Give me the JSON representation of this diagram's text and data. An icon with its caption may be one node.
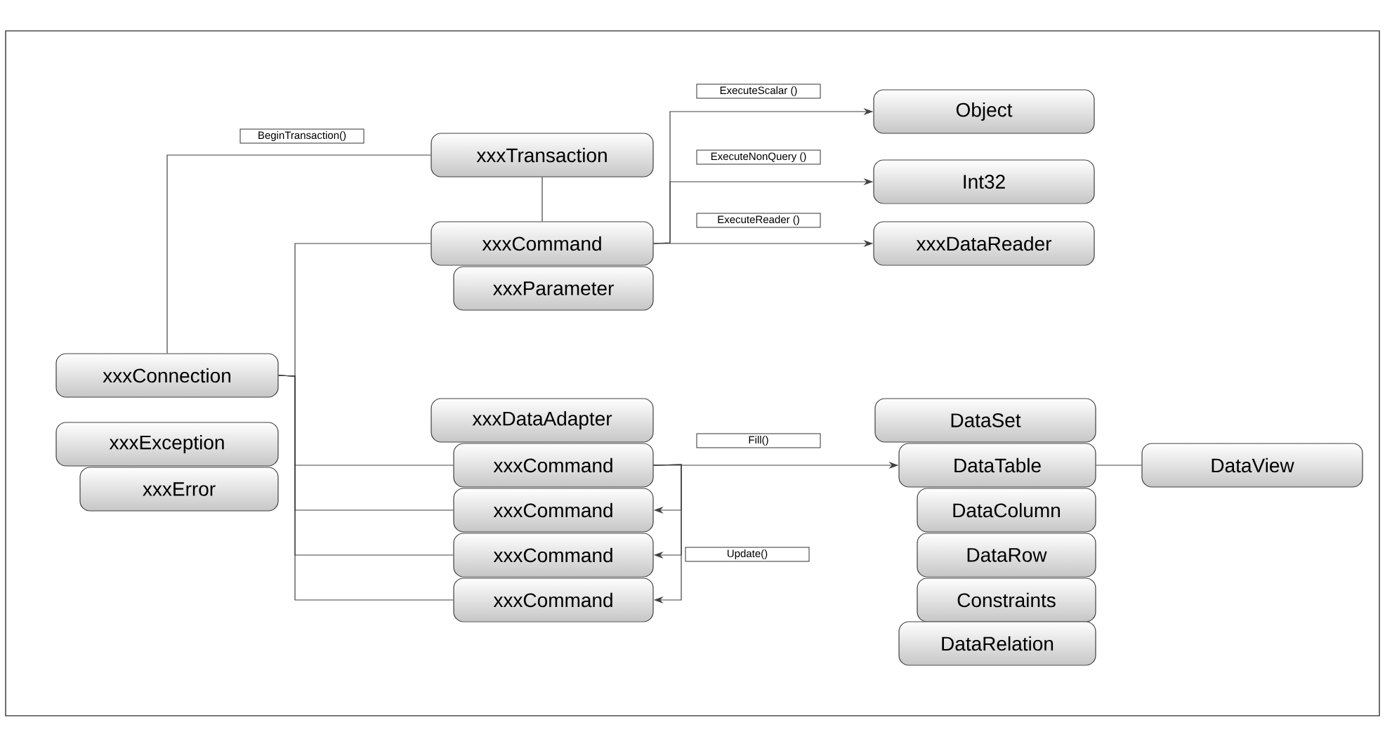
{
  "diagram": {
    "nodes": [
      {
        "text": [
          "xxxTransaction"
        ]
      },
      {
        "text": [
          "xxxCommand"
        ]
      },
      {
        "text": [
          "xxxParameter"
        ]
      },
      {
        "text": [
          "Object"
        ]
      },
      {
        "text": [
          "Int32"
        ]
      },
      {
        "text": [
          "xxxDataReader"
        ]
      },
      {
        "text": [
          "xxxConnection"
        ]
      },
      {
        "text": [
          "xxxException"
        ]
      },
      {
        "text": [
          "xxxError"
        ]
      },
      {
        "text": [
          "xxxDataAdapter"
        ]
      },
      {
        "text": [
          "xxxCommand"
        ]
      },
      {
        "text": [
          "xxxCommand"
        ]
      },
      {
        "text": [
          "xxxCommand"
        ]
      },
      {
        "text": [
          "xxxCommand"
        ]
      },
      {
        "text": [
          "DataSet"
        ]
      },
      {
        "text": [
          "DataTable"
        ]
      },
      {
        "text": [
          "DataView"
        ]
      },
      {
        "text": [
          "DataColumn"
        ]
      },
      {
        "text": [
          "DataRow"
        ]
      },
      {
        "text": [
          "Constraints"
        ]
      },
      {
        "text": [
          "DataRelation"
        ]
      }
    ],
    "edges": [
      {
        "from": 6,
        "to": 0,
        "arrow": "none",
        "label": "BeginTransaction()"
      },
      {
        "from": 0,
        "to": 1,
        "arrow": "none"
      },
      {
        "from": 6,
        "to": 1,
        "arrow": "none"
      },
      {
        "from": 1,
        "to": 3,
        "arrow": "to",
        "label": "ExecuteScalar ()"
      },
      {
        "from": 1,
        "to": 4,
        "arrow": "to",
        "label": "ExecuteNonQuery ()"
      },
      {
        "from": 1,
        "to": 5,
        "arrow": "to",
        "label": "ExecuteReader ()"
      },
      {
        "from": 6,
        "to": 10,
        "arrow": "none"
      },
      {
        "from": 6,
        "to": 11,
        "arrow": "none"
      },
      {
        "from": 6,
        "to": 12,
        "arrow": "none"
      },
      {
        "from": 6,
        "to": 13,
        "arrow": "none"
      },
      {
        "from": 10,
        "to": 15,
        "arrow": "to",
        "label": "Fill()"
      },
      {
        "from": 10,
        "to": 11,
        "arrow": "to"
      },
      {
        "from": 10,
        "to": 12,
        "arrow": "to",
        "label": "Update()"
      },
      {
        "from": 10,
        "to": 13,
        "arrow": "to"
      },
      {
        "from": 15,
        "to": 16,
        "arrow": "none"
      }
    ]
  }
}
